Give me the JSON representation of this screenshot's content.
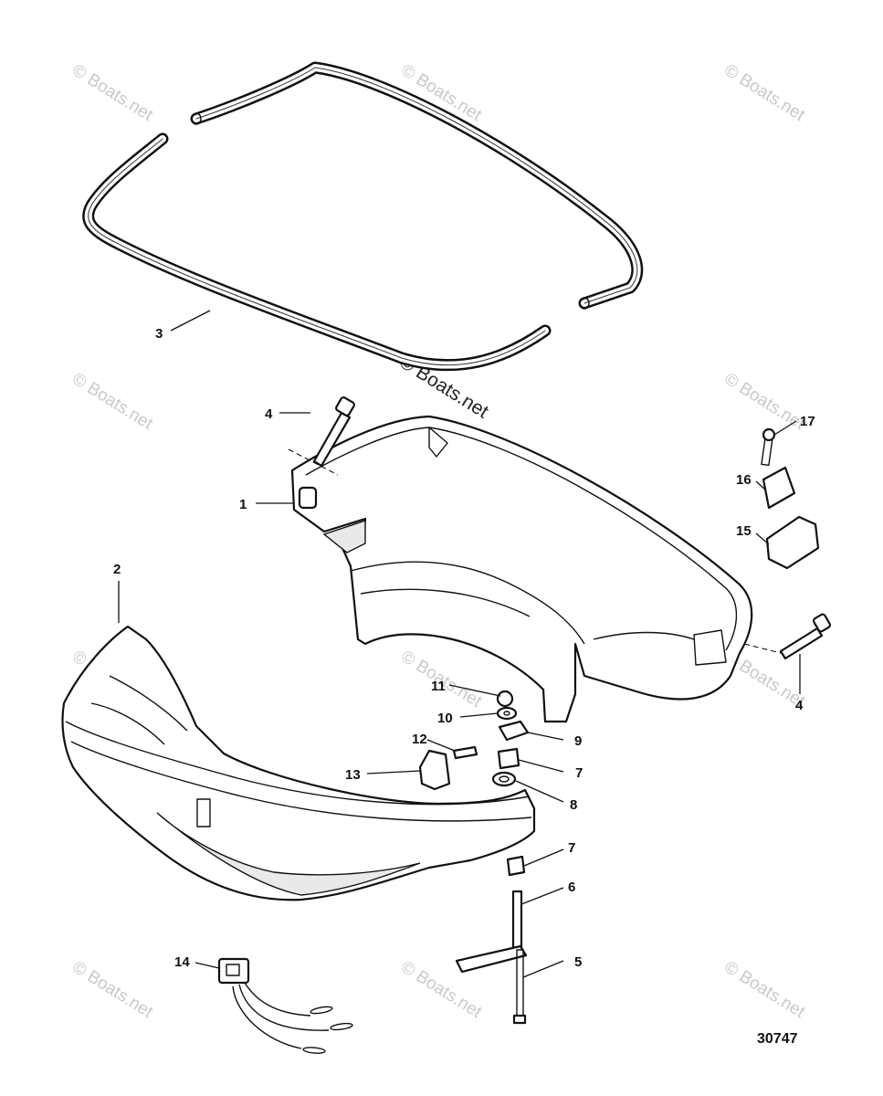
{
  "diagram": {
    "figure_number": "30747",
    "watermark": "© Boats.net",
    "callouts": [
      {
        "id": "c1",
        "label": "1"
      },
      {
        "id": "c2",
        "label": "2"
      },
      {
        "id": "c3",
        "label": "3"
      },
      {
        "id": "c4a",
        "label": "4"
      },
      {
        "id": "c4b",
        "label": "4"
      },
      {
        "id": "c5",
        "label": "5"
      },
      {
        "id": "c6",
        "label": "6"
      },
      {
        "id": "c7a",
        "label": "7"
      },
      {
        "id": "c7b",
        "label": "7"
      },
      {
        "id": "c8",
        "label": "8"
      },
      {
        "id": "c9",
        "label": "9"
      },
      {
        "id": "c10",
        "label": "10"
      },
      {
        "id": "c11",
        "label": "11"
      },
      {
        "id": "c12",
        "label": "12"
      },
      {
        "id": "c13",
        "label": "13"
      },
      {
        "id": "c14",
        "label": "14"
      },
      {
        "id": "c15",
        "label": "15"
      },
      {
        "id": "c16",
        "label": "16"
      },
      {
        "id": "c17",
        "label": "17"
      }
    ]
  }
}
